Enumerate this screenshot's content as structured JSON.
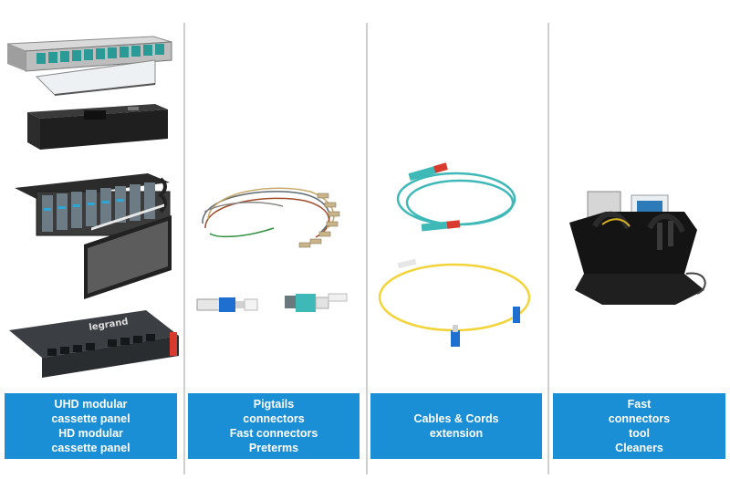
{
  "columns": [
    {
      "id": "panels",
      "image_icon": "patch-panel-image",
      "lines": [
        "UHD modular",
        "cassette panel",
        "HD modular",
        "cassette panel"
      ],
      "brand_mark": "legrand"
    },
    {
      "id": "pigtails",
      "image_icon": "fiber-pigtail-image",
      "lines": [
        "Pigtails",
        "connectors",
        "Fast connectors",
        "Preterms"
      ]
    },
    {
      "id": "cables",
      "image_icon": "fiber-cord-image",
      "lines": [
        "Cables & Cords",
        "extension"
      ]
    },
    {
      "id": "tools",
      "image_icon": "tool-bag-image",
      "lines": [
        "Fast",
        "connectors",
        "tool",
        "Cleaners"
      ]
    }
  ],
  "colors": {
    "label_background": "#1a8fd6",
    "label_text": "#ffffff",
    "divider": "#cfcfcf",
    "aqua_fiber": "#3fb8b8",
    "yellow_fiber": "#f2d43a",
    "connector_blue": "#1f6fd1",
    "connector_red": "#d83a2e"
  }
}
